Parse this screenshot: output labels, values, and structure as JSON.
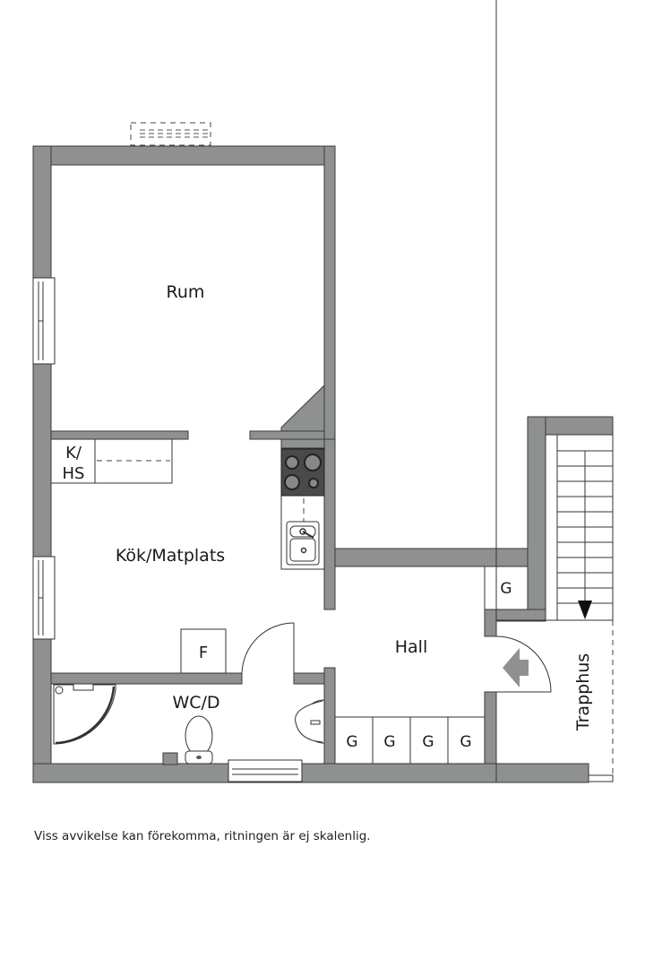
{
  "plan": {
    "colors": {
      "wall": "#8f9191",
      "outline": "#333333",
      "stove": "#4a4a4a",
      "arrow": "#8f9191"
    },
    "rooms": {
      "rum": "Rum",
      "kok": "Kök/Matplats",
      "khs_line1": "K/",
      "khs_line2": "HS",
      "fridge": "F",
      "wc": "WC/D",
      "hall": "Hall",
      "trapphus": "Trapphus"
    },
    "storage": [
      "G",
      "G",
      "G",
      "G",
      "G"
    ],
    "icons": [
      "window-icon",
      "stove-icon",
      "sink-icon",
      "door-icon",
      "shower-icon",
      "toilet-icon",
      "washbasin-icon",
      "stairs-icon",
      "entrance-arrow-icon"
    ]
  },
  "footer": {
    "disclaimer": "Viss avvikelse kan förekomma, ritningen är ej skalenlig."
  }
}
